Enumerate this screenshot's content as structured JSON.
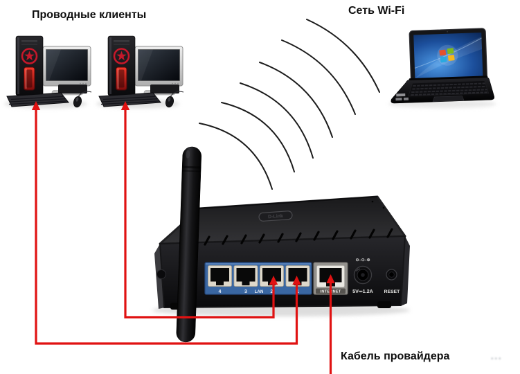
{
  "diagram": {
    "labels": {
      "wired_clients": "Проводные клиенты",
      "wifi_network": "Сеть Wi-Fi",
      "provider_cable": "Кабель провайдера"
    },
    "router": {
      "brand_logo": "D-Link",
      "lan_port_labels": [
        "4",
        "3",
        "LAN",
        "2",
        "1"
      ],
      "internet_port_label": "INTERNET",
      "power_polarity": "⊖–⊙–⊕",
      "power_label": "5V⎓1.2A",
      "reset_label": "RESET"
    },
    "nodes": [
      {
        "id": "wired-client-1",
        "type": "desktop-pc",
        "group_label": "Проводные клиенты"
      },
      {
        "id": "wired-client-2",
        "type": "desktop-pc",
        "group_label": "Проводные клиенты"
      },
      {
        "id": "router",
        "type": "wifi-router",
        "brand": "D-Link"
      },
      {
        "id": "wifi-laptop",
        "type": "laptop",
        "group_label": "Сеть Wi-Fi"
      },
      {
        "id": "provider-uplink",
        "type": "wan-cable",
        "group_label": "Кабель провайдера"
      }
    ],
    "connections": [
      {
        "from": "wired-client-1",
        "to": "router LAN port 1",
        "type": "ethernet-cable"
      },
      {
        "from": "wired-client-2",
        "to": "router LAN port 2",
        "type": "ethernet-cable"
      },
      {
        "from": "provider-uplink",
        "to": "router INTERNET port",
        "type": "ethernet-cable"
      },
      {
        "from": "router",
        "to": "wifi-laptop",
        "type": "wifi-signal",
        "signal_arcs": 6
      }
    ],
    "colors": {
      "cable_red": "#e01212",
      "lan_panel_blue": "#3a67a3",
      "background": "#ffffff"
    },
    "watermark": "•••"
  }
}
